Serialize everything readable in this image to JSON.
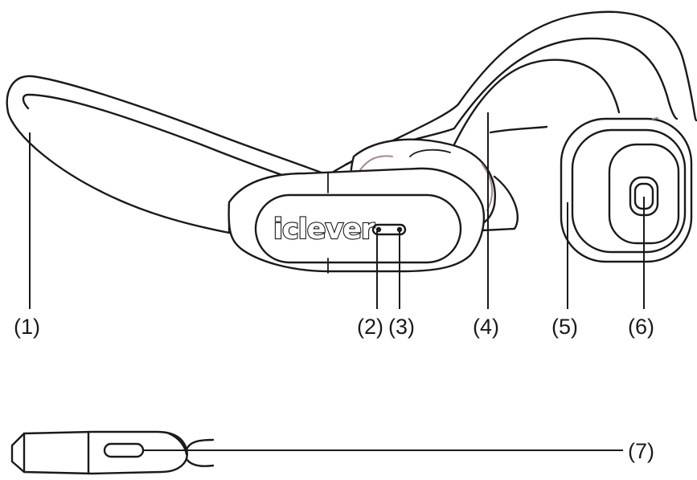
{
  "brand_logo": "iclever",
  "callouts": {
    "c1": "(1)",
    "c2": "(2)",
    "c3": "(3)",
    "c4": "(4)",
    "c5": "(5)",
    "c6": "(6)",
    "c7": "(7)"
  },
  "colors": {
    "line": "#1a1a1a",
    "accent": "#a8858f",
    "background": "#ffffff"
  }
}
